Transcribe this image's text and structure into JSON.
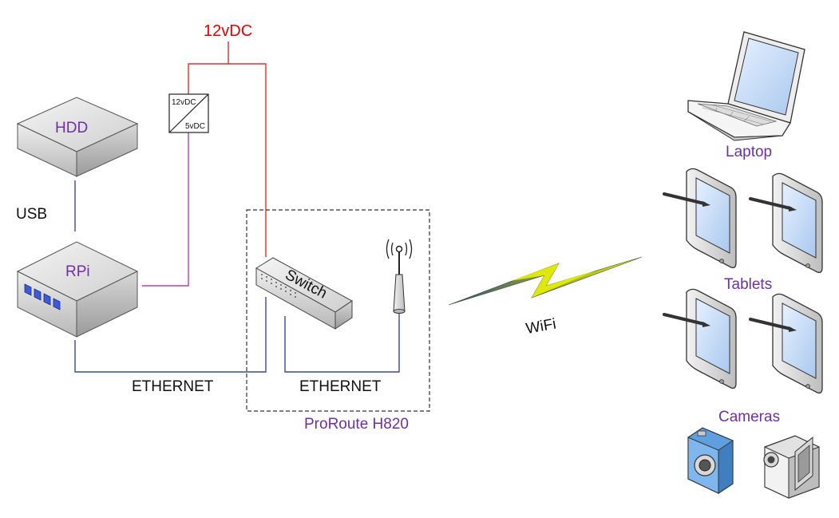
{
  "power": {
    "supply_label": "12vDC",
    "converter_in": "12vDC",
    "converter_out": "5vDC"
  },
  "devices": {
    "hdd": "HDD",
    "rpi": "RPi",
    "switch": "Switch",
    "router_name": "ProRoute H820"
  },
  "links": {
    "usb": "USB",
    "ethernet_left": "ETHERNET",
    "ethernet_right": "ETHERNET",
    "wifi": "WiFi"
  },
  "clients": {
    "laptop": "Laptop",
    "tablets": "Tablets",
    "cameras": "Cameras"
  },
  "colors": {
    "power_line": "#e03030",
    "low_power_line": "#b040b0",
    "data_line": "#3a4aa0",
    "label_purple": "#7030a0",
    "label_red": "#e00000",
    "wifi_bolt": "#e8f000"
  }
}
